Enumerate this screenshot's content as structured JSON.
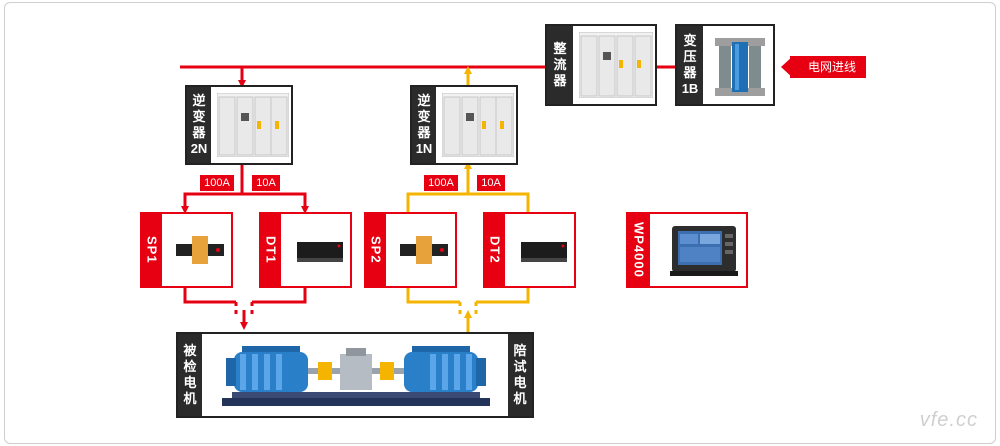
{
  "units": {
    "rectifier": {
      "label": "整流器",
      "chars": [
        "整",
        "流",
        "器"
      ]
    },
    "transformer": {
      "label": "变压器1B",
      "chars": [
        "变",
        "压",
        "器",
        "1B"
      ]
    },
    "inverter_2n": {
      "label": "逆变器2N",
      "chars": [
        "逆",
        "变",
        "器",
        "2N"
      ]
    },
    "inverter_1n": {
      "label": "逆变器1N",
      "chars": [
        "逆",
        "变",
        "器",
        "1N"
      ]
    },
    "sp1": {
      "label": "SP1"
    },
    "dt1": {
      "label": "DT1"
    },
    "sp2": {
      "label": "SP2"
    },
    "dt2": {
      "label": "DT2"
    },
    "wp4000": {
      "label": "WP4000"
    },
    "motor_under_test": {
      "label": "被检电机",
      "chars": [
        "被",
        "检",
        "电",
        "机"
      ]
    },
    "load_motor": {
      "label": "陪试电机",
      "chars": [
        "陪",
        "试",
        "电",
        "机"
      ]
    }
  },
  "grid_input": {
    "label": "电网进线"
  },
  "current_labels": {
    "left_100a": "100A",
    "left_10a": "10A",
    "right_100a": "100A",
    "right_10a": "10A"
  },
  "watermark": "vfe.cc",
  "colors": {
    "red": "#e60012",
    "yellow": "#f5b400",
    "dark": "#2b2b2b"
  }
}
